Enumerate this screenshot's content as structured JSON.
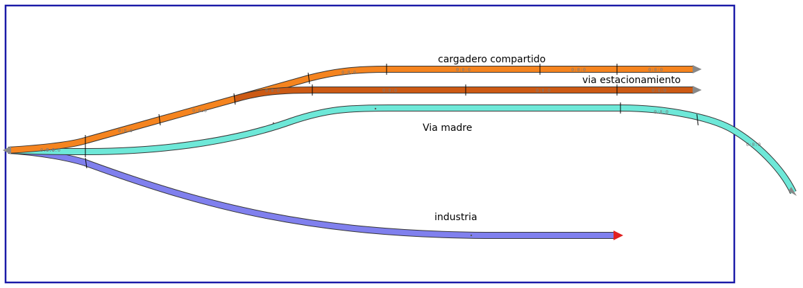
{
  "tracks": {
    "cargadero": {
      "label": "cargadero compartido",
      "color": "#f5841f",
      "segment_codes": [
        "0:0:0",
        "0:0:0",
        "0:0:0",
        "0:0:0",
        "0:0:0",
        "0:0:0",
        "0:0:0"
      ]
    },
    "estacionamiento": {
      "label": "via estacionamiento",
      "color": "#cc5a14",
      "segment_codes": [
        "0:0:0",
        "0:0:0",
        "0:0:0",
        "0:0:0"
      ]
    },
    "via_madre": {
      "label": "Via madre",
      "color": "#6ee8d8",
      "segment_codes": [
        "0:0:0",
        "0:0:0",
        "0:0:0"
      ]
    },
    "industria": {
      "label": "industria",
      "color": "#8080ee",
      "segment_codes": []
    }
  },
  "colors": {
    "frame": "#1a1aa8",
    "end_arrow_gray": "#888888",
    "end_arrow_red": "#e02020",
    "tie": "#000000"
  }
}
